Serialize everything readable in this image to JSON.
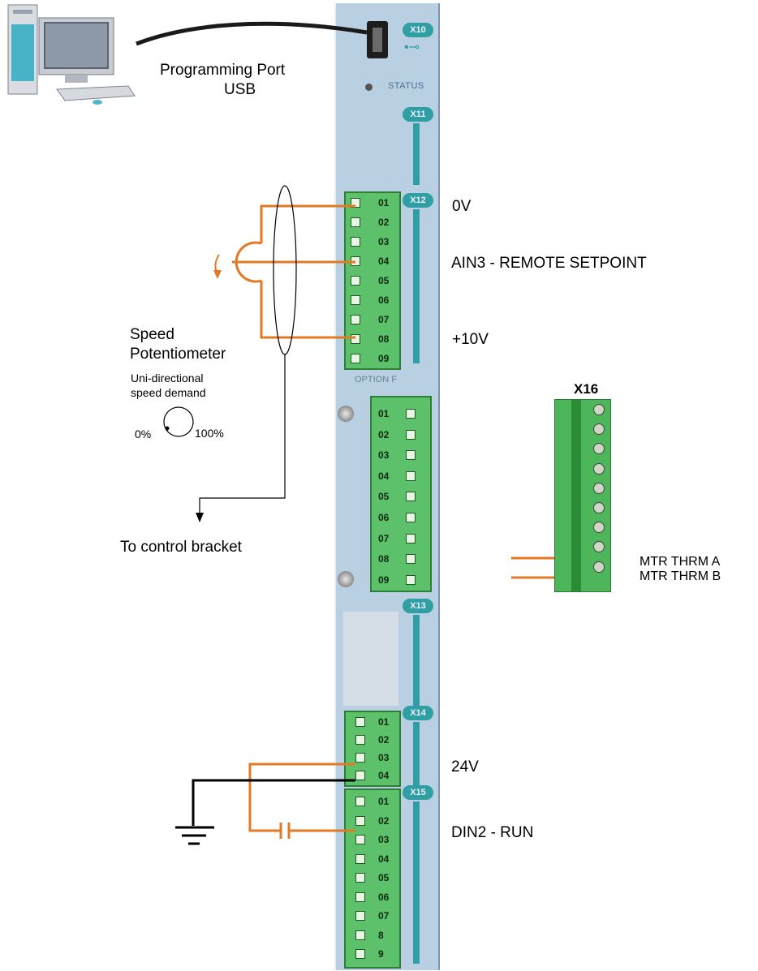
{
  "computer": {
    "caption_line1": "Programming Port",
    "caption_line2": "USB"
  },
  "panel": {
    "tag_x10": "X10",
    "tag_x11": "X11",
    "tag_x12": "X12",
    "tag_x13": "X13",
    "tag_x14": "X14",
    "tag_x15": "X15",
    "status": "STATUS",
    "option": "OPTION F",
    "x12_pins": [
      "01",
      "02",
      "03",
      "04",
      "05",
      "06",
      "07",
      "08",
      "09"
    ],
    "option_pins": [
      "01",
      "02",
      "03",
      "04",
      "05",
      "06",
      "07",
      "08",
      "09"
    ],
    "x14_pins": [
      "01",
      "02",
      "03",
      "04"
    ],
    "x15_pins": [
      "01",
      "02",
      "03",
      "04",
      "05",
      "06",
      "07",
      "8",
      "9"
    ]
  },
  "labels": {
    "ov": "0V",
    "ain3": "AIN3 - REMOTE SETPOINT",
    "plus10v": "+10V",
    "v24": "24V",
    "din2": "DIN2 - RUN"
  },
  "potentiometer": {
    "title_line1": "Speed",
    "title_line2": "Potentiometer",
    "sub_line1": "Uni-directional",
    "sub_line2": "speed demand",
    "min": "0%",
    "max": "100%"
  },
  "control": {
    "label": "To control bracket"
  },
  "x16": {
    "title": "X16",
    "thrm_a": "MTR THRM A",
    "thrm_b": "MTR THRM B"
  },
  "colors": {
    "wire_orange": "#e07a25",
    "wire_black": "#000000",
    "panel": "#b9cfe2",
    "terminal_green": "#5cc16a",
    "tag_teal": "#2f9fa3"
  }
}
